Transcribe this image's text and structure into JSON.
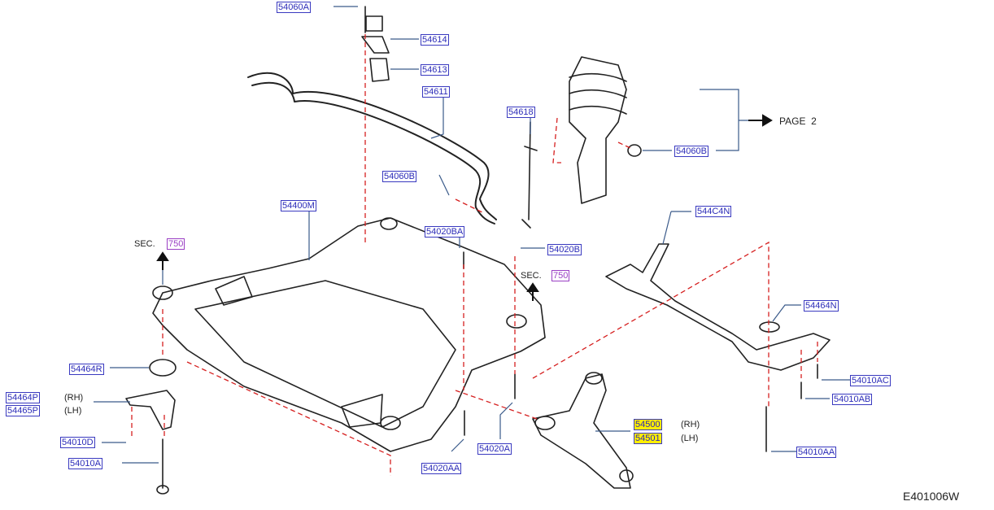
{
  "diagram": {
    "title_code": "E401006W",
    "highlight_color": "#ffee00",
    "label_color": "#2b2bb8",
    "reference_color": "#9a3fc4",
    "exploded_line_color": "#d62020",
    "parts": {
      "p54060A": "54060A",
      "p54614": "54614",
      "p54613": "54613",
      "p54611": "54611",
      "p54618": "54618",
      "p54060B_top": "54060B",
      "p54060B_mid": "54060B",
      "p54400M": "54400M",
      "p54020BA": "54020BA",
      "p54020B": "54020B",
      "p544C4N": "544C4N",
      "p54464N": "54464N",
      "p54464R": "54464R",
      "p54464P": "54464P",
      "p54465P": "54465P",
      "p54010D": "54010D",
      "p54010A": "54010A",
      "p54020A": "54020A",
      "p54020AA": "54020AA",
      "p54500": "54500",
      "p54501": "54501",
      "p54010AC": "54010AC",
      "p54010AB": "54010AB",
      "p54010AA": "54010AA"
    },
    "side": {
      "rh": "(RH)",
      "lh": "(LH)"
    },
    "sec_ref": {
      "label": "SEC.",
      "number": "750"
    },
    "page_ref": "PAGE  2"
  }
}
